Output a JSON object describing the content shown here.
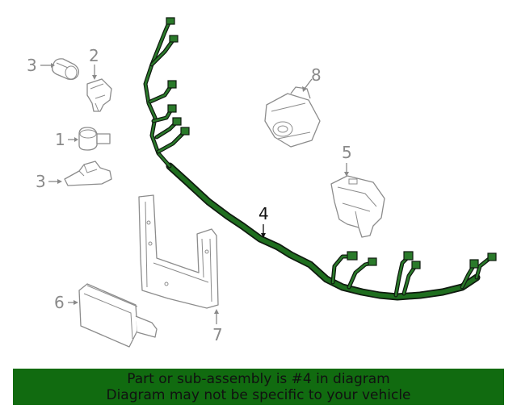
{
  "diagram": {
    "callouts": {
      "c1": "1",
      "c2": "2",
      "c3a": "3",
      "c3b": "3",
      "c4": "4",
      "c5": "5",
      "c6": "6",
      "c7": "7",
      "c8": "8"
    },
    "highlight_color": "#1f6e1f",
    "part_color": "#8c8c8c"
  },
  "banner": {
    "line1": "Part or sub-assembly is #4 in diagram",
    "line2": "Diagram may not be specific to your vehicle",
    "background": "#116b10"
  }
}
